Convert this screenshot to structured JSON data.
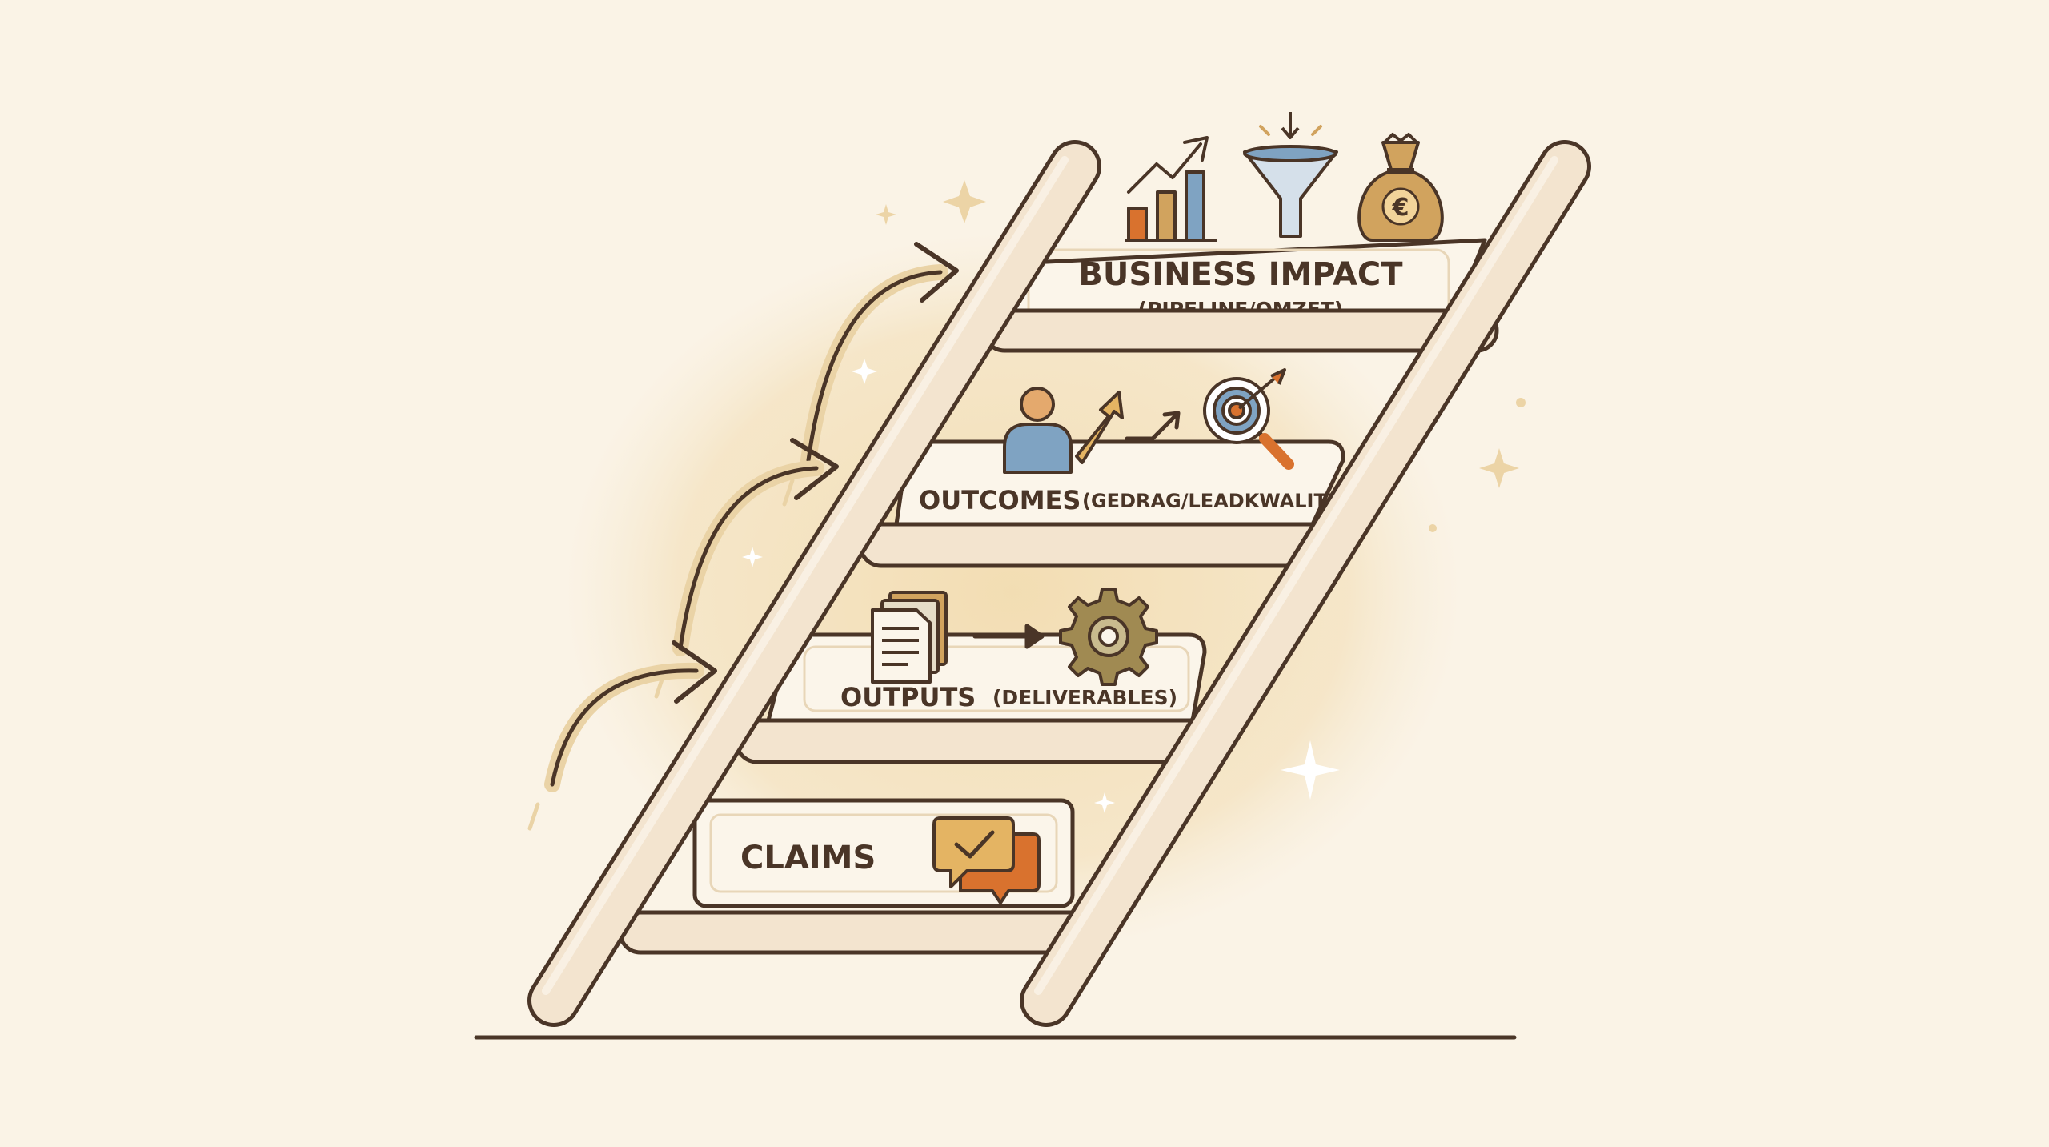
{
  "levels": [
    {
      "title": "CLAIMS",
      "subtitle": "",
      "icons": [
        "chat-check-icon"
      ]
    },
    {
      "title": "OUTPUTS",
      "subtitle": "(DELIVERABLES)",
      "icons": [
        "document-stack-icon",
        "arrow-right-icon",
        "gear-icon"
      ]
    },
    {
      "title": "OUTCOMES",
      "subtitle": "(GEDRAG/LEADKWALITEIT)",
      "icons": [
        "person-growth-icon",
        "arrow-up-right-icon",
        "target-magnifier-icon"
      ]
    },
    {
      "title": "BUSINESS IMPACT",
      "subtitle": "(PIPELINE/OMZET)",
      "icons": [
        "bar-chart-growth-icon",
        "funnel-icon",
        "money-bag-euro-icon"
      ]
    }
  ],
  "money_symbol": "€",
  "colors": {
    "background": "#faf3e6",
    "outline": "#4a3527",
    "ladder_fill": "#f3e4cf",
    "card_fill": "#fbf5ea",
    "glow": "#f2dcb0",
    "accent_orange": "#d9722e",
    "accent_blue": "#7fa3c2",
    "accent_gold": "#d1a35e",
    "accent_olive": "#a08a52",
    "sparkle": "#ecd4a6"
  }
}
